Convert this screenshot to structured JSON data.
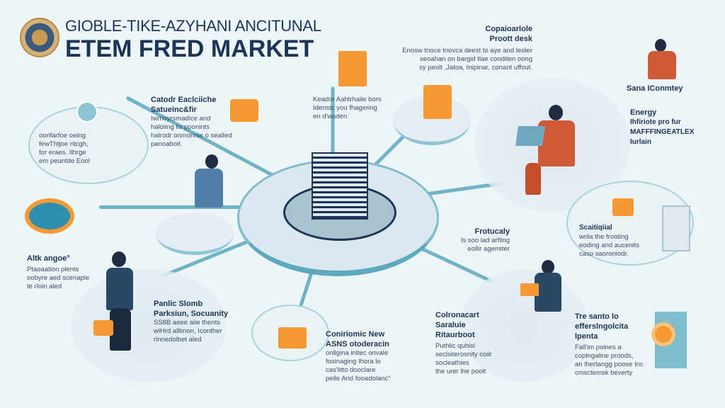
{
  "header": {
    "title_line1": "GIOBLE-TIKE-AZYHANI ANCITUNAL",
    "title_line2": "ETEM FRED MARKET"
  },
  "top_center": {
    "heading": [
      "Copaioarlole",
      "Proott desk"
    ],
    "body": [
      "Enosw tnoce tnovca deest to aye and leoler",
      "seoahan on bargid tlae conditen oong",
      "sy peolt ,Jatoa, tnipinar, conant uffout."
    ]
  },
  "top_left": {
    "body": [
      "oorifarfoe oeing",
      "fewThtjoe ritcgh,",
      "for eraes. Ilhrge",
      "em peuntde Eool"
    ]
  },
  "col2": {
    "heading": [
      "Catodr Eaclciiche",
      "Satueinc&fir"
    ],
    "body": [
      "Iwmoyrsmadice and",
      "haloiing lis poonints",
      "halrodr onmonnie o sealled",
      "panoaboit."
    ]
  },
  "col3": {
    "body": [
      "Keador Aahtrhaile bors",
      "Idenstc you fhagering",
      "en d'woden"
    ]
  },
  "right_top": {
    "label": "Sana IConmtey",
    "heading": "Energy",
    "body": [
      "Ihfiriote pro fur",
      "MAFFFINGEATLEX",
      "Iurlain"
    ]
  },
  "left_mid": {
    "heading": "Altk angoe°",
    "body": [
      "Ptaoaation plents",
      "oobyre aed scenaple",
      "te rloin aled"
    ]
  },
  "bottom_left": {
    "heading": [
      "Panlic Slomb",
      "Parksiun, Socuanity"
    ],
    "body": [
      "SS8B aeee aiie thents",
      "wiHrd alltinon, Iconther",
      "rinnedolbet aled"
    ]
  },
  "bottom_center": {
    "heading": [
      "Coniriomic New",
      "ASNS otoderacin"
    ],
    "body": [
      "onllgina inltec onvale",
      "fosinaging Ihora lo",
      "cas'litto dooclare",
      "pelle And fooadolanc\""
    ]
  },
  "center_right": {
    "heading": "Frotucaly",
    "body": [
      "Is soo lad arfling",
      "eollir agemiter"
    ]
  },
  "right_mid": {
    "heading": "Scaitiqiial",
    "body": [
      "wrila the frooting",
      "eoding and aucenits",
      "caso saoroniodr."
    ]
  },
  "bottom_right_center": {
    "heading": [
      "Colronacart",
      "Saraluie",
      "Ritaurboot"
    ],
    "body": [
      "Puthlic quhisi",
      "seclsiterosnity coiir",
      "socleathies",
      "the urer lhe poolt"
    ]
  },
  "bottom_right": {
    "heading": [
      "Tre santo lo",
      "efferslngolcita",
      "lpenta"
    ],
    "body": [
      "Fall'im poines a",
      "coplngaline proods,",
      "an lhertangg poose Inc",
      "cmsctemsk beverty"
    ]
  },
  "colors": {
    "navy": "#1c3456",
    "teal": "#6fb3c5",
    "orange": "#f59a33",
    "background": "#eef5f8"
  }
}
